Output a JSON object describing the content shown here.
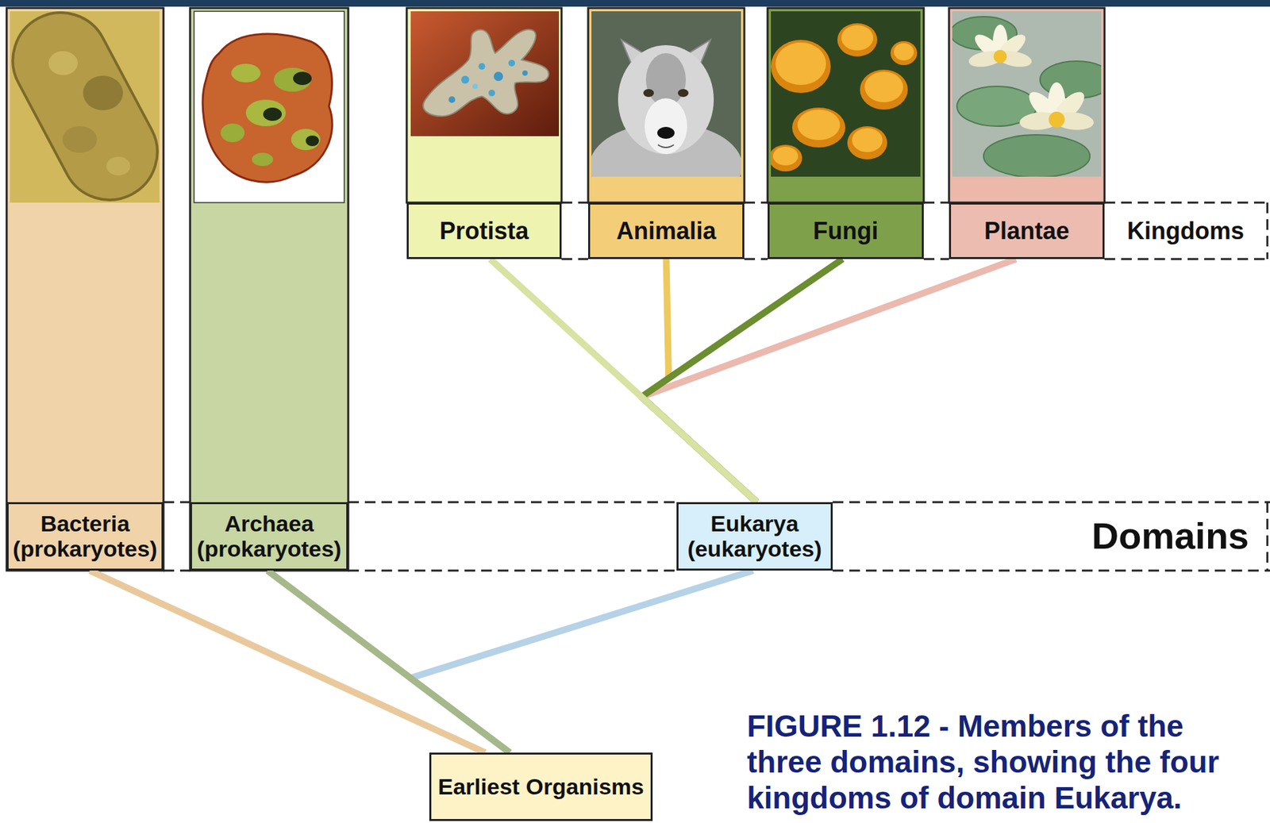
{
  "diagram": {
    "caption": "FIGURE 1.12 - Members of the three domains, showing the four kingdoms of domain Eukarya.",
    "nodes": [
      {
        "text": [
          "Protista"
        ]
      },
      {
        "text": [
          "Animalia"
        ]
      },
      {
        "text": [
          "Fungi"
        ]
      },
      {
        "text": [
          "Plantae"
        ]
      },
      {
        "text": [
          "Bacteria (prokaryotes)"
        ]
      },
      {
        "text": [
          "Archaea (prokaryotes)"
        ]
      },
      {
        "text": [
          "Eukarya (eukaryotes)"
        ]
      },
      {
        "text": [
          "Earliest Organisms"
        ]
      }
    ],
    "edges": [
      {
        "from": 7,
        "to": 4,
        "arrow": "none"
      },
      {
        "from": 7,
        "to": 5,
        "arrow": "none"
      },
      {
        "from": 7,
        "to": 6,
        "arrow": "none"
      },
      {
        "from": 6,
        "to": 0,
        "arrow": "none"
      },
      {
        "from": 6,
        "to": 1,
        "arrow": "none"
      },
      {
        "from": 6,
        "to": 2,
        "arrow": "none"
      },
      {
        "from": 6,
        "to": 3,
        "arrow": "none"
      }
    ],
    "labels": [
      "Kingdoms",
      "Domains"
    ]
  }
}
